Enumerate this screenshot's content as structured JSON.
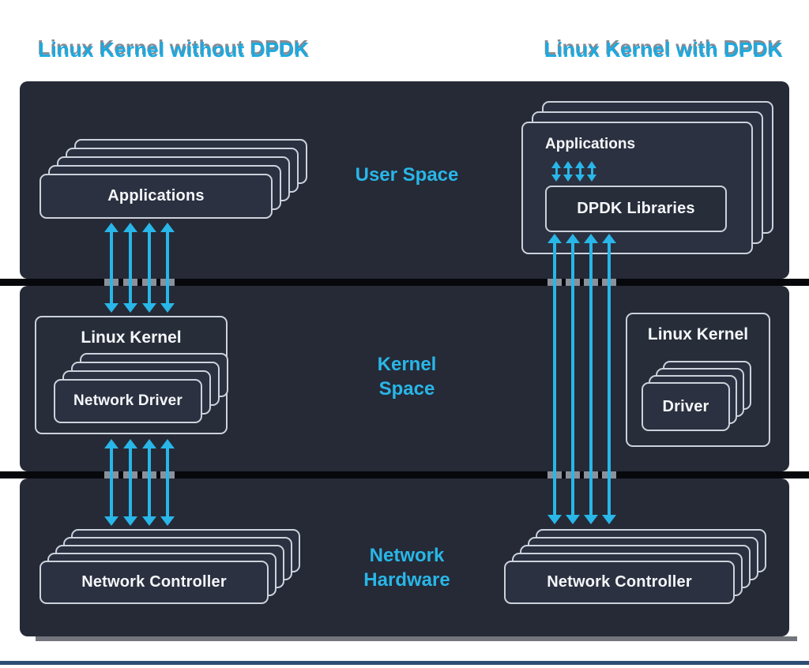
{
  "titles": {
    "left": "Linux Kernel without DPDK",
    "right": "Linux Kernel with DPDK"
  },
  "bands": [
    {
      "name": "User Space",
      "lines": [
        "User Space"
      ]
    },
    {
      "name": "Kernel Space",
      "lines": [
        "Kernel",
        "Space"
      ]
    },
    {
      "name": "Network Hardware",
      "lines": [
        "Network",
        "Hardware"
      ]
    }
  ],
  "without_dpdk": {
    "applications": "Applications",
    "linux_kernel": "Linux Kernel",
    "network_driver": "Network Driver",
    "network_controller": "Network Controller"
  },
  "with_dpdk": {
    "applications": "Applications",
    "dpdk_libraries": "DPDK Libraries",
    "linux_kernel": "Linux Kernel",
    "driver": "Driver",
    "network_controller": "Network Controller"
  },
  "colors": {
    "accent": "#29b6e8",
    "title": "#1ca9e0",
    "band_bg": "#252a36",
    "box_bg": "#272d39",
    "card_bg": "#2b3140",
    "card_border": "#ccd2db",
    "text": "#f4f6f9",
    "divider": "#06080c",
    "patch": "#8b909a",
    "bottom_line": "#2e4d74"
  }
}
